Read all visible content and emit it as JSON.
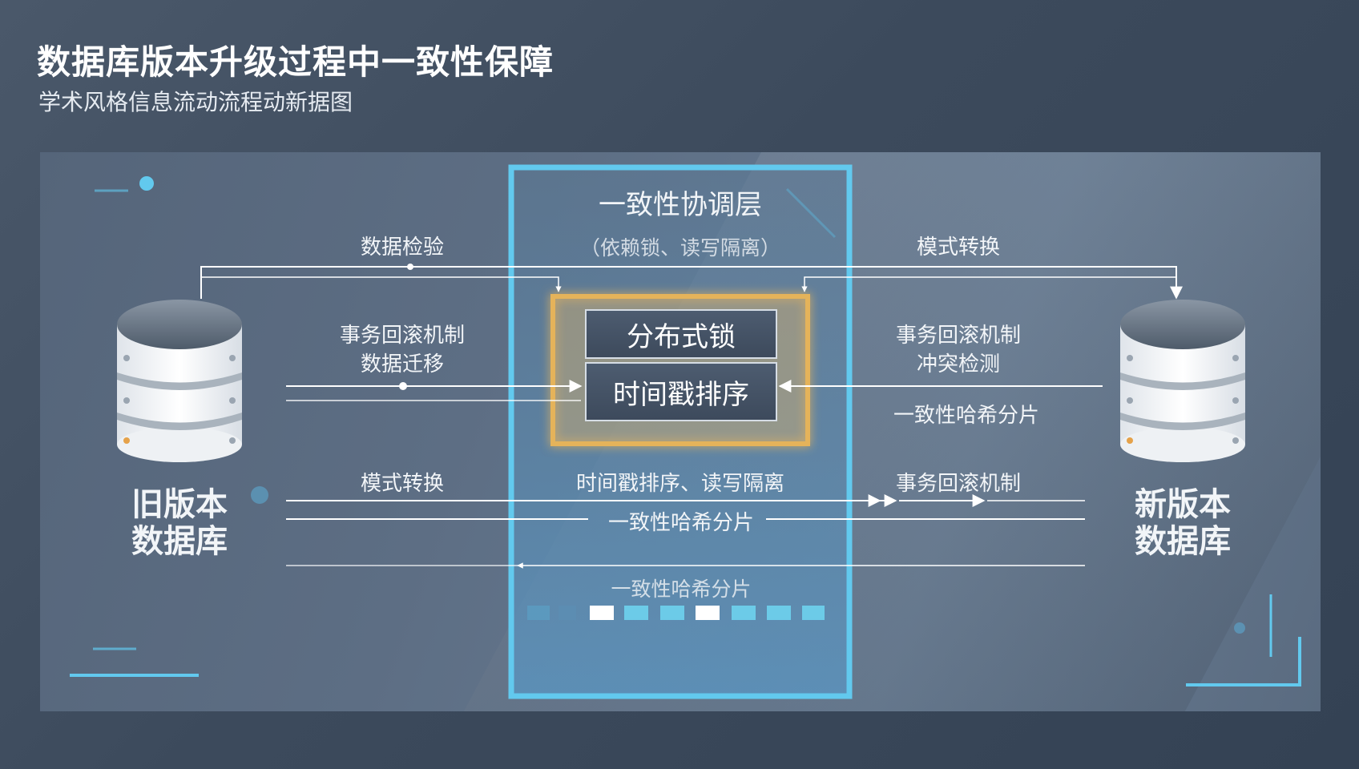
{
  "header": {
    "title": "数据库版本升级过程中一致性保障",
    "subtitle": "学术风格信息流动流程动新据图"
  },
  "old_db": {
    "label_line1": "旧版本",
    "label_line2": "数据库"
  },
  "new_db": {
    "label_line1": "新版本",
    "label_line2": "数据库"
  },
  "coordination_layer": {
    "title": "一致性协调层",
    "subtitle": "（依赖锁、读写隔离）",
    "component_top": "分布式锁",
    "component_bottom": "时间戳排序",
    "bottom_label": "一致性哈希分片"
  },
  "left_labels": {
    "top": "数据检验",
    "middle_line1": "事务回滚机制",
    "middle_line2": "数据迁移",
    "lower": "模式转换"
  },
  "right_labels": {
    "top": "模式转换",
    "middle_line1": "事务回滚机制",
    "middle_line2": "冲突检测",
    "middle_line3": "一致性哈希分片",
    "lower": "事务回滚机制"
  },
  "center_labels": {
    "lower_line1": "时间戳排序、读写隔离",
    "lower_line2": "一致性哈希分片"
  },
  "colors": {
    "accent": "#5fc3e4",
    "highlight": "#e5b35a",
    "panel": "#5d6e84",
    "background": "#3d4c5e"
  }
}
